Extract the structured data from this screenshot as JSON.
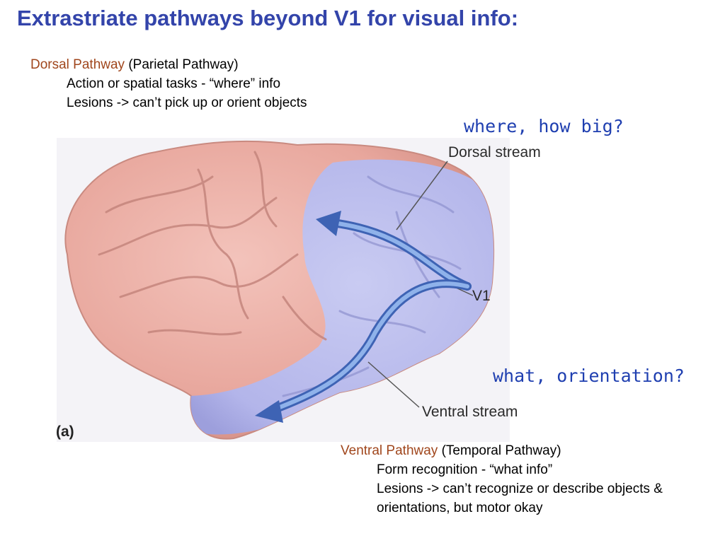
{
  "slide": {
    "title": "Extrastriate pathways beyond V1 for visual info:"
  },
  "dorsal": {
    "name": "Dorsal Pathway",
    "alias": " (Parietal Pathway)",
    "lines": [
      "Action or spatial tasks - “where” info",
      "Lesions -> can’t pick up or orient objects"
    ]
  },
  "ventral": {
    "name": "Ventral Pathway",
    "alias": " (Temporal Pathway)",
    "lines": [
      "Form recognition - “what info”",
      "Lesions -> can’t recognize or describe objects &",
      "orientations, but motor okay"
    ]
  },
  "annotations": {
    "where_note": "where, how big?",
    "what_note": "what, orientation?"
  },
  "diagram": {
    "dorsal_stream_label": "Dorsal stream",
    "ventral_stream_label": "Ventral stream",
    "v1_label": "V1",
    "panel_label": "(a)"
  },
  "colors": {
    "title": "#3344aa",
    "pathway_name": "#a0461c",
    "handwritten_note": "#1f3fb0",
    "cortex": "#e9a9a0",
    "visual_region": "#b7b9ec",
    "arrow": "#5b7fc8"
  }
}
